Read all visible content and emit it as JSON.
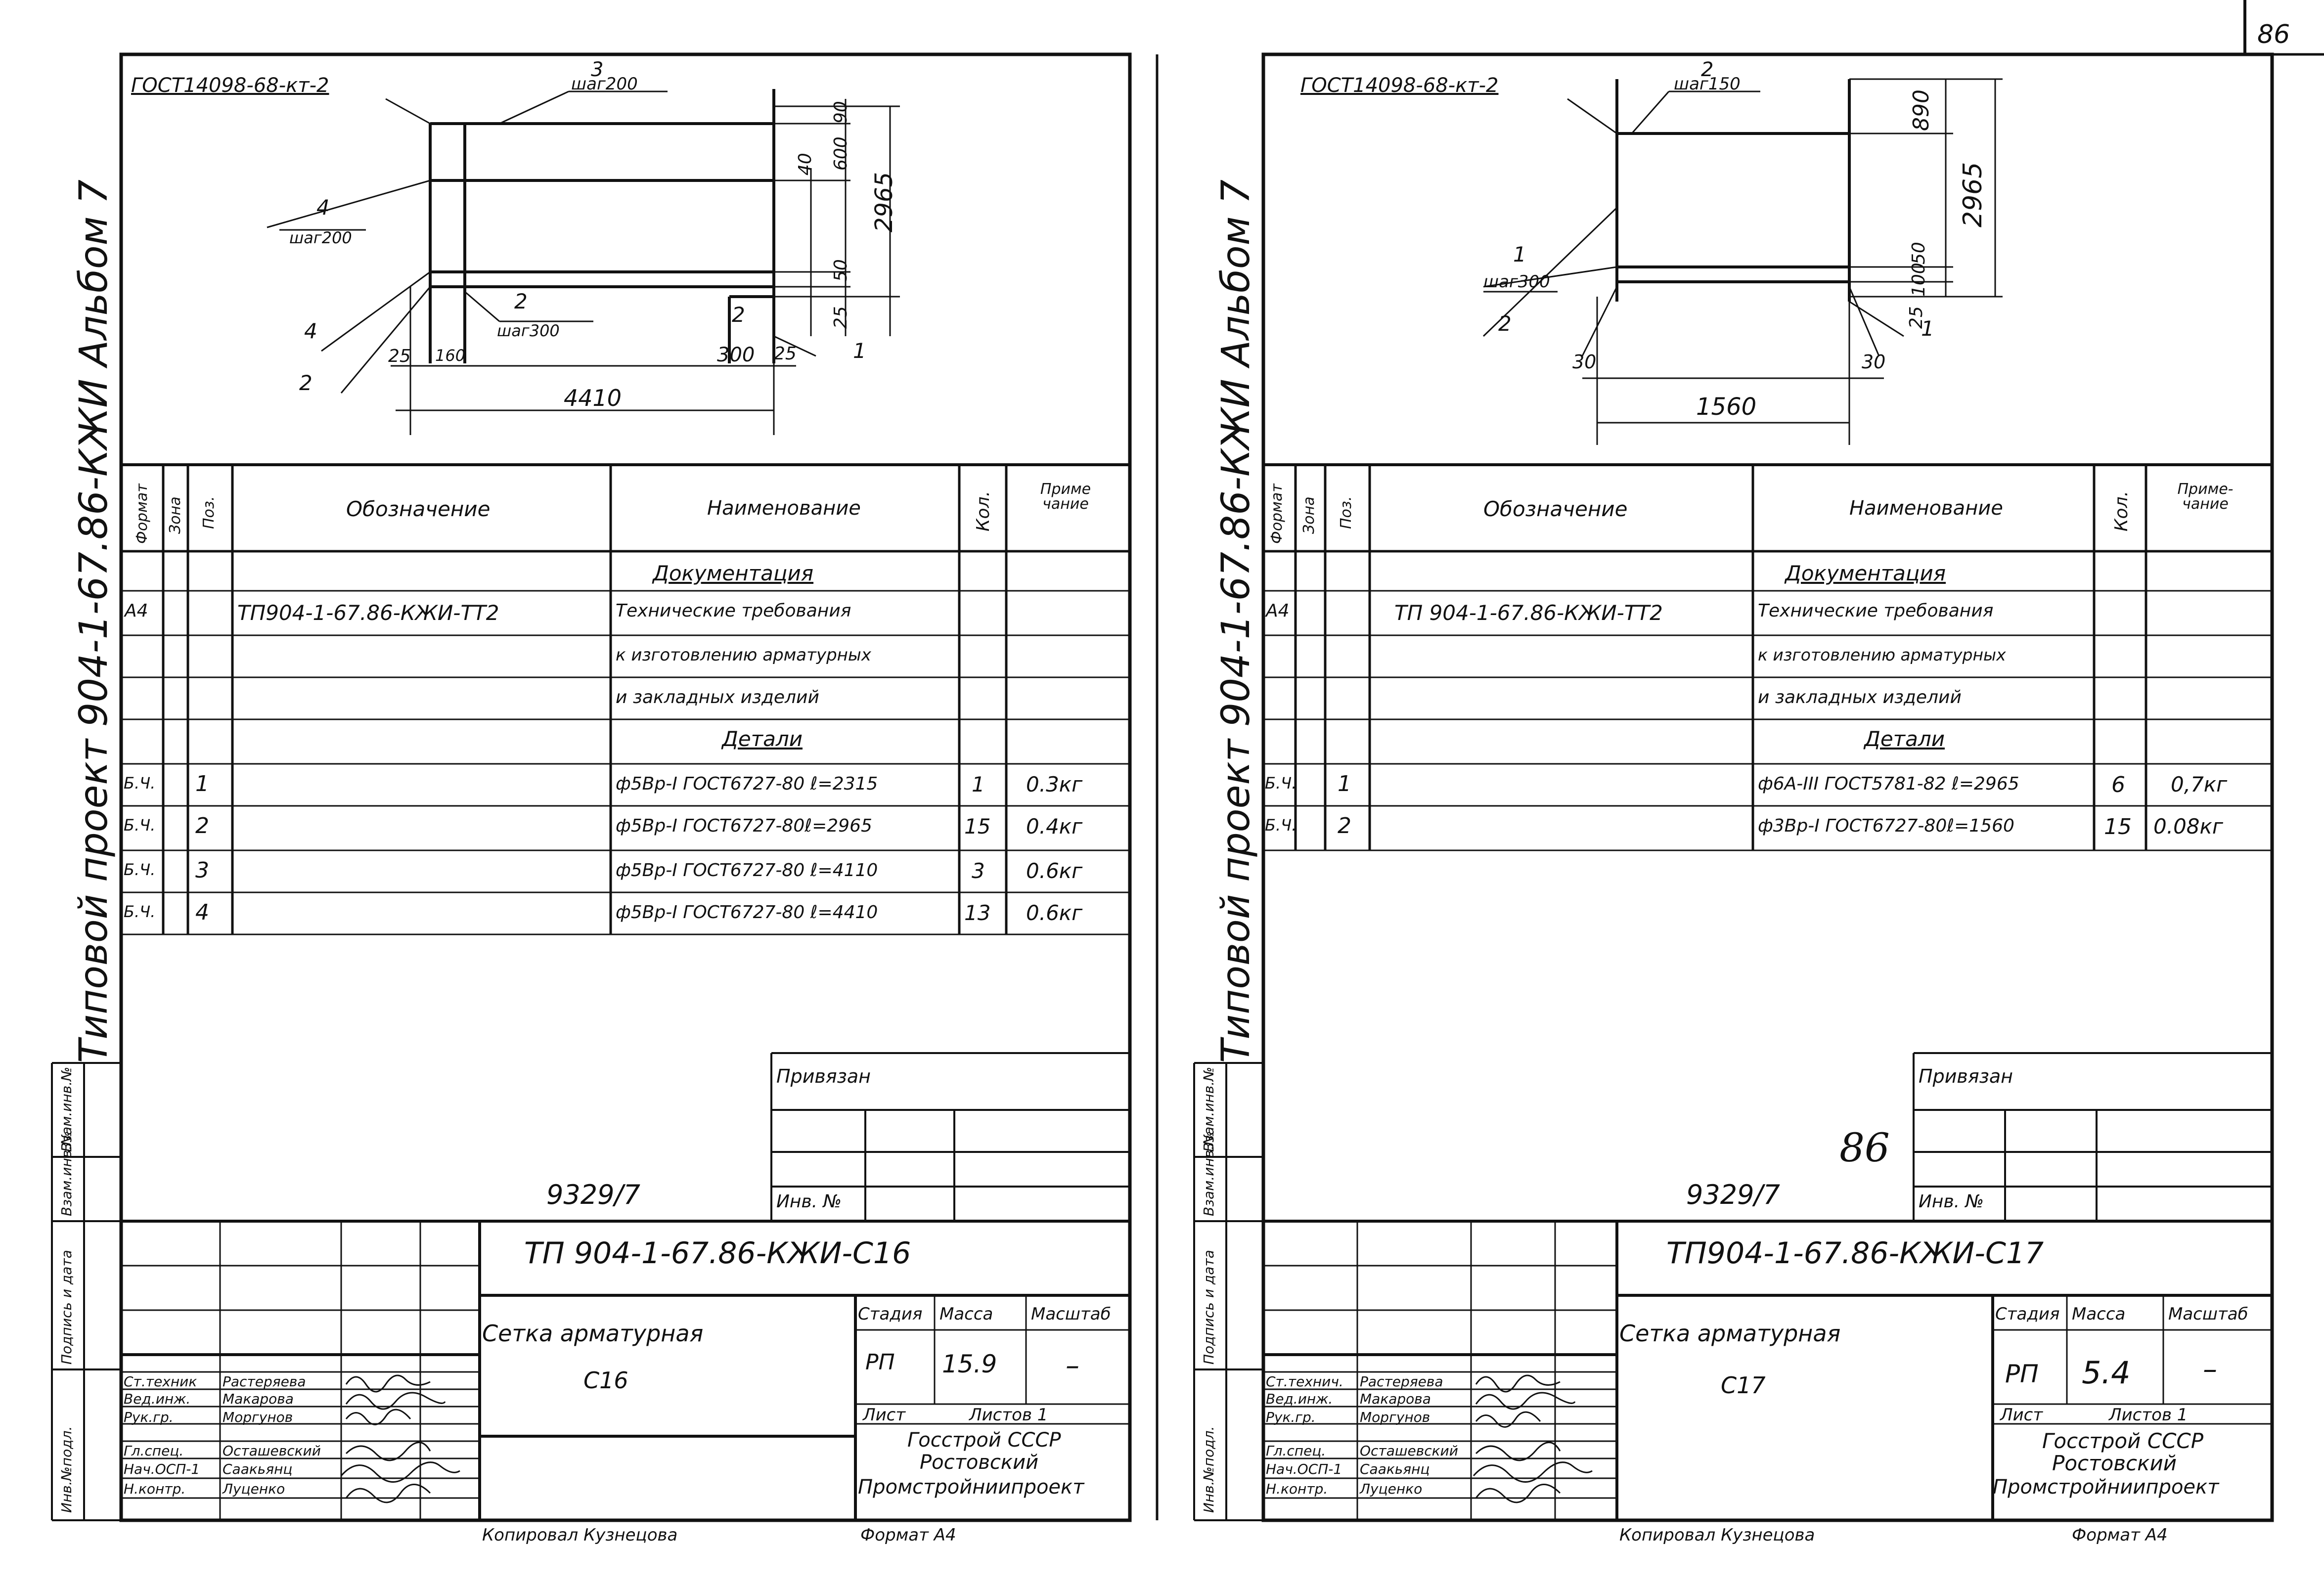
{
  "page_number": "86",
  "sheets": [
    {
      "id": "c16",
      "gost_ref": "ГОСТ14098-68-кт-2",
      "callouts": {
        "pos3": "3",
        "step3": "шаг200",
        "pos4a": "4",
        "step4": "шаг200",
        "pos2a": "2",
        "step2": "шаг300",
        "pos4b": "4",
        "pos2b": "2",
        "pos2c": "2",
        "pos1": "1"
      },
      "dims": {
        "d90": "90",
        "d40": "40",
        "d600": "600",
        "d2965": "2965",
        "d50": "50",
        "d25r": "25",
        "d25a": "25",
        "d160": "160",
        "d300": "300",
        "d25b": "25",
        "d4410": "4410"
      },
      "spec_headers": {
        "format": "Формат",
        "zone": "Зона",
        "pos": "Поз.",
        "designation": "Обозначение",
        "name": "Наименование",
        "qty": "Кол.",
        "note": "Приме чание"
      },
      "spec_rows": [
        {
          "format": "",
          "pos": "",
          "designation": "",
          "name": "Документация",
          "qty": "",
          "note": ""
        },
        {
          "format": "А4",
          "pos": "",
          "designation": "ТП904-1-67.86-КЖИ-ТТ2",
          "name": "Технические требования",
          "qty": "",
          "note": ""
        },
        {
          "format": "",
          "pos": "",
          "designation": "",
          "name": "к изготовлению арматурных",
          "qty": "",
          "note": ""
        },
        {
          "format": "",
          "pos": "",
          "designation": "",
          "name": "и закладных изделий",
          "qty": "",
          "note": ""
        },
        {
          "format": "",
          "pos": "",
          "designation": "",
          "name": "Детали",
          "qty": "",
          "note": ""
        },
        {
          "format": "Б.Ч.",
          "pos": "1",
          "designation": "",
          "name": "ф5Вр-I ГОСТ6727-80 ℓ=2315",
          "qty": "1",
          "note": "0.3кг"
        },
        {
          "format": "Б.Ч.",
          "pos": "2",
          "designation": "",
          "name": "ф5Вр-I ГОСТ6727-80ℓ=2965",
          "qty": "15",
          "note": "0.4кг"
        },
        {
          "format": "Б.Ч.",
          "pos": "3",
          "designation": "",
          "name": "ф5Вр-I ГОСТ6727-80 ℓ=4110",
          "qty": "3",
          "note": "0.6кг"
        },
        {
          "format": "Б.Ч.",
          "pos": "4",
          "designation": "",
          "name": "ф5Вр-I ГОСТ6727-80 ℓ=4410",
          "qty": "13",
          "note": "0.6кг"
        }
      ],
      "side_title": "Типовой проект 904-1-67.86-КЖИ Альбом 7",
      "side_labels": [
        "Инв.№подл.",
        "Подпись и дата",
        "Взам.инв.№"
      ],
      "privyazan": "Привязан",
      "inv_label": "Инв. №",
      "sheet_ref": "9329/7",
      "designation": "ТП 904-1-67.86-КЖИ-С16",
      "title_line1": "Сетка арматурная",
      "title_line2": "С16",
      "stage_label": "Стадия",
      "mass_label": "Масса",
      "scale_label": "Масштаб",
      "stage": "РП",
      "mass": "15.9",
      "scale": "–",
      "sheet_label": "Лист",
      "sheets_label": "Листов 1",
      "org": [
        "Госстрой СССР",
        "Ростовский",
        "Промстройниипроект"
      ],
      "staff": [
        {
          "role": "Ст.техник",
          "name": "Растеряева"
        },
        {
          "role": "Вед.инж.",
          "name": "Макарова"
        },
        {
          "role": "Рук.гр.",
          "name": "Моргунов"
        },
        {
          "role": "Гл.спец.",
          "name": "Осташевский"
        },
        {
          "role": "Нач.ОСП-1",
          "name": "Саакьянц"
        },
        {
          "role": "Н.контр.",
          "name": "Луценко"
        }
      ],
      "copied_by": "Копировал Кузнецова",
      "format_label": "Формат А4"
    },
    {
      "id": "c17",
      "gost_ref": "ГОСТ14098-68-кт-2",
      "callouts": {
        "pos2a": "2",
        "step2": "шаг150",
        "pos1a": "1",
        "step1": "шаг300",
        "pos2b": "2",
        "pos1b": "1"
      },
      "dims": {
        "d890": "890",
        "d2965": "2965",
        "d50": "50",
        "d100": "100",
        "d25": "25",
        "d30a": "30",
        "d30b": "30",
        "d1560": "1560"
      },
      "spec_headers": {
        "format": "Формат",
        "zone": "Зона",
        "pos": "Поз.",
        "designation": "Обозначение",
        "name": "Наименование",
        "qty": "Кол.",
        "note": "Приме-чание"
      },
      "spec_rows": [
        {
          "format": "",
          "pos": "",
          "designation": "",
          "name": "Документация",
          "qty": "",
          "note": ""
        },
        {
          "format": "А4",
          "pos": "",
          "designation": "ТП 904-1-67.86-КЖИ-ТТ2",
          "name": "Технические требования",
          "qty": "",
          "note": ""
        },
        {
          "format": "",
          "pos": "",
          "designation": "",
          "name": "к изготовлению арматурных",
          "qty": "",
          "note": ""
        },
        {
          "format": "",
          "pos": "",
          "designation": "",
          "name": "и закладных изделий",
          "qty": "",
          "note": ""
        },
        {
          "format": "",
          "pos": "",
          "designation": "",
          "name": "Детали",
          "qty": "",
          "note": ""
        },
        {
          "format": "Б.Ч.",
          "pos": "1",
          "designation": "",
          "name": "ф6А-III ГОСТ5781-82 ℓ=2965",
          "qty": "6",
          "note": "0,7кг"
        },
        {
          "format": "Б.Ч.",
          "pos": "2",
          "designation": "",
          "name": "ф3Вр-I ГОСТ6727-80ℓ=1560",
          "qty": "15",
          "note": "0.08кг"
        }
      ],
      "side_title": "Типовой проект 904-1-67.86-КЖИ Альбом 7",
      "side_labels": [
        "Инв.№подл.",
        "Подпись и дата",
        "Взам.инв.№"
      ],
      "privyazan": "Привязан",
      "inv_label": "Инв. №",
      "handwritten_number": "86",
      "sheet_ref": "9329/7",
      "designation": "ТП904-1-67.86-КЖИ-С17",
      "title_line1": "Сетка арматурная",
      "title_line2": "С17",
      "stage_label": "Стадия",
      "mass_label": "Масса",
      "scale_label": "Масштаб",
      "stage": "РП",
      "mass": "5.4",
      "scale": "–",
      "sheet_label": "Лист",
      "sheets_label": "Листов 1",
      "org": [
        "Госстрой СССР",
        "Ростовский",
        "Промстройниипроект"
      ],
      "staff": [
        {
          "role": "Ст.технич.",
          "name": "Растеряева"
        },
        {
          "role": "Вед.инж.",
          "name": "Макарова"
        },
        {
          "role": "Рук.гр.",
          "name": "Моргунов"
        },
        {
          "role": "Гл.спец.",
          "name": "Осташевский"
        },
        {
          "role": "Нач.ОСП-1",
          "name": "Саакьянц"
        },
        {
          "role": "Н.контр.",
          "name": "Луценко"
        }
      ],
      "copied_by": "Копировал Кузнецова",
      "format_label": "Формат А4"
    }
  ]
}
